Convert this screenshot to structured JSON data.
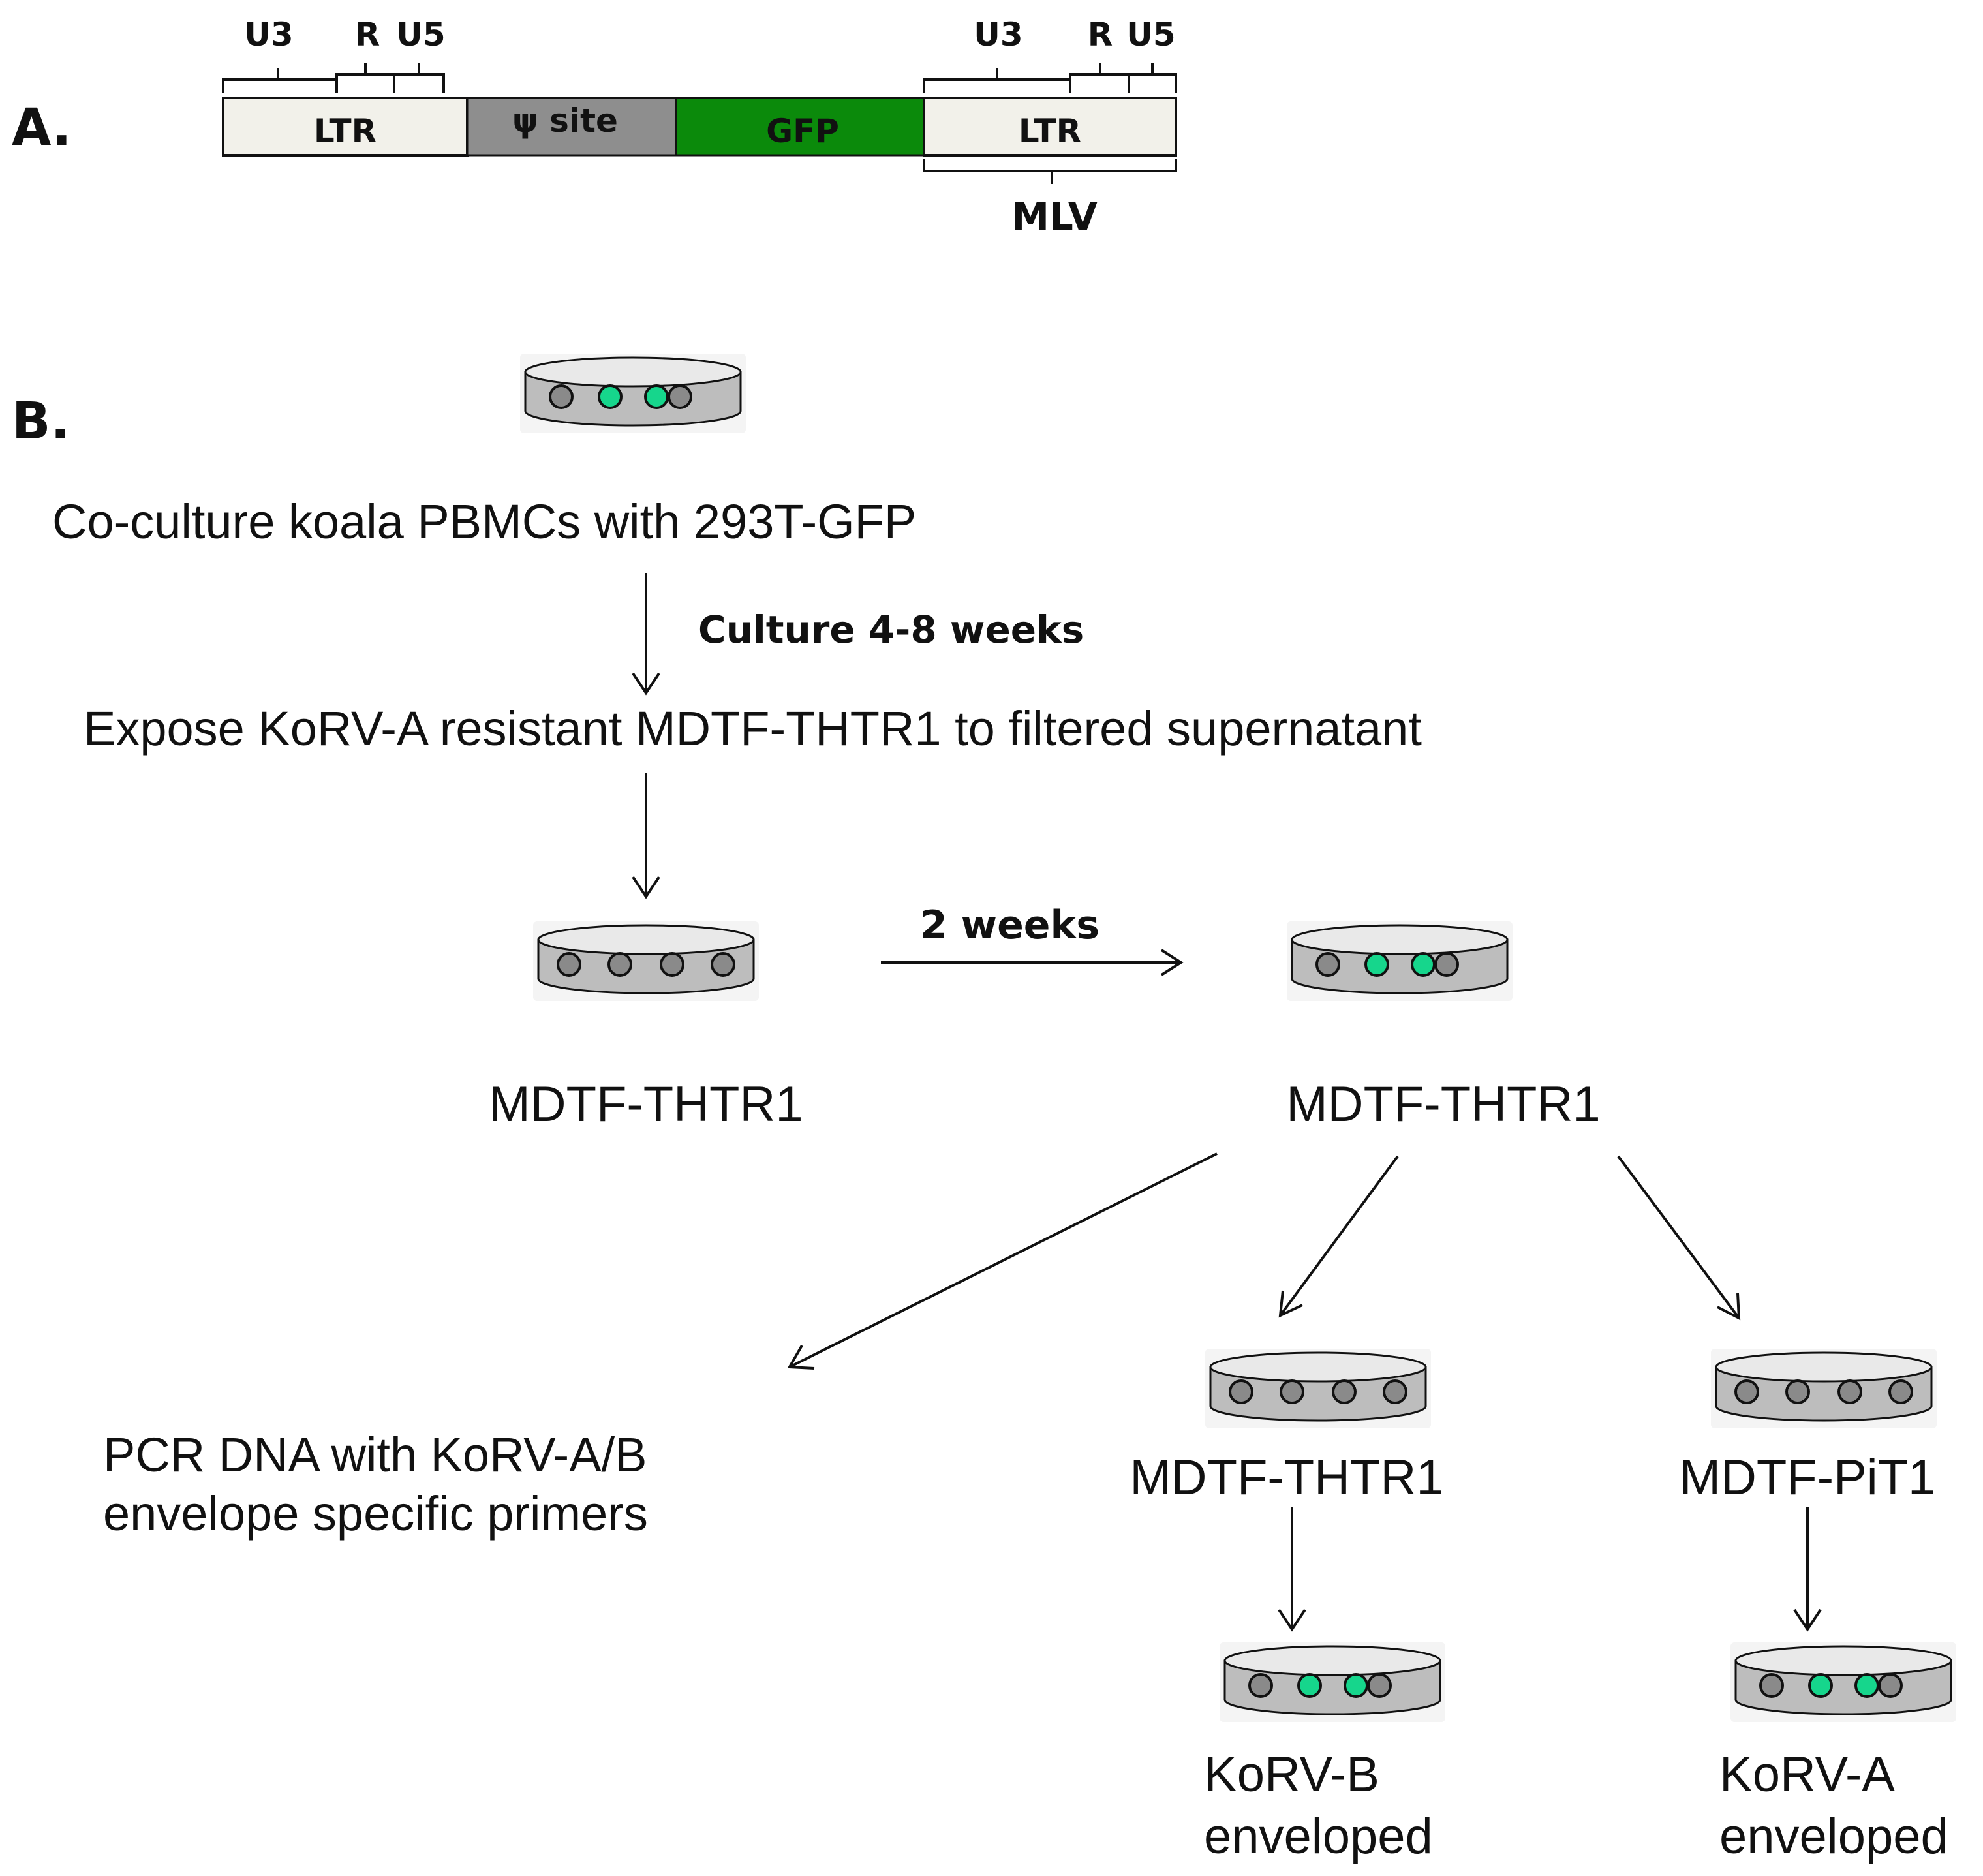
{
  "colors": {
    "ltr_fill": "#f2f1ea",
    "psi_fill": "#8e8e8e",
    "gfp_fill": "#0b8a0b",
    "cell_infected": "#16d68c",
    "cell_uninfected": "#8a8a8a",
    "dish_body": "#bdbdbd",
    "dish_lid": "#e9e9e9",
    "line": "#111111"
  },
  "panel_a": {
    "label": "A.",
    "left_ltr": {
      "text": "LTR",
      "u3": "U3",
      "r": "R",
      "u5": "U5"
    },
    "psi": {
      "text": "ψ site"
    },
    "gfp": {
      "text": "GFP"
    },
    "right_ltr": {
      "text": "LTR",
      "u3": "U3",
      "r": "R",
      "u5": "U5"
    },
    "mlv": "MLV"
  },
  "panel_b": {
    "label": "B.",
    "coculture": "Co-culture koala PBMCs with 293T-GFP",
    "culture_time": "Culture 4-8 weeks",
    "expose": "Expose KoRV-A resistant MDTF-THTR1 to filtered supernatant",
    "two_weeks": "2 weeks",
    "dish1_label": "MDTF-THTR1",
    "dish2_label": "MDTF-THTR1",
    "pcr_line1": "PCR DNA with KoRV-A/B",
    "pcr_line2": "envelope specific primers",
    "thtr1_label": "MDTF-THTR1",
    "pit1_label": "MDTF-PiT1",
    "result_b_line1": "KoRV-B",
    "result_b_line2": "enveloped",
    "result_a_line1": "KoRV-A",
    "result_a_line2": "enveloped"
  },
  "dishes": {
    "top": [
      "uninfected",
      "infected",
      "infected",
      "uninfected"
    ],
    "mdtf_thtr1_initial": [
      "uninfected",
      "uninfected",
      "uninfected",
      "uninfected"
    ],
    "mdtf_thtr1_2weeks": [
      "uninfected",
      "infected",
      "infected",
      "uninfected"
    ],
    "thtr1_target": [
      "uninfected",
      "uninfected",
      "uninfected",
      "uninfected"
    ],
    "pit1_target": [
      "uninfected",
      "uninfected",
      "uninfected",
      "uninfected"
    ],
    "korv_b_result": [
      "uninfected",
      "infected",
      "infected",
      "uninfected"
    ],
    "korv_a_result": [
      "uninfected",
      "infected",
      "infected",
      "uninfected"
    ]
  }
}
